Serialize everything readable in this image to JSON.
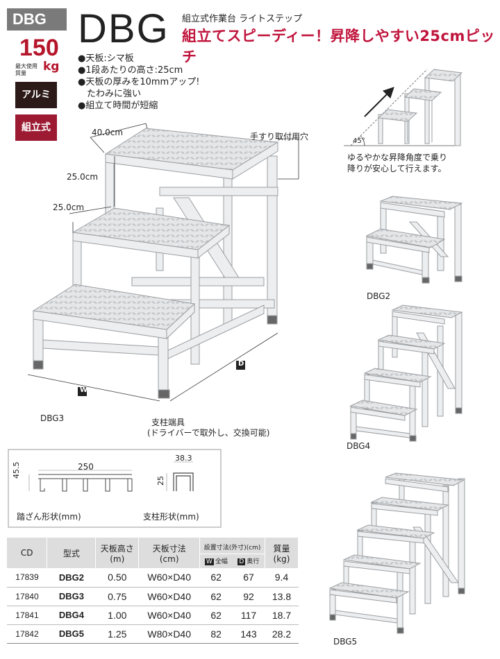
{
  "sidebar": {
    "code": "DBG",
    "load_value": "150",
    "load_label_1": "最大使用",
    "load_label_2": "質量",
    "load_unit": "kg",
    "badge_material": "アルミ",
    "badge_type": "組立式"
  },
  "header": {
    "model": "DBG",
    "subtitle": "組立式作業台 ライトステップ",
    "catchphrase": "組立てスピーディー！昇降しやすい25cmピッチ"
  },
  "features": [
    "●天板:シマ板",
    "●1段あたりの高さ:25cm",
    "●天板の厚みを10mmアップ!",
    "たわみに強い",
    "●組立て時間が短縮"
  ],
  "main_figure": {
    "dim_width_top": "40.0cm",
    "dim_height_1": "25.0cm",
    "dim_height_2": "25.0cm",
    "handrail_label": "手すり取付用穴",
    "label_w": "W",
    "label_d": "D",
    "model_caption": "DBG3",
    "foot_caption_1": "支柱端具",
    "foot_caption_2": "(ドライバーで取外し、交換可能)"
  },
  "angle_figure": {
    "angle": "45°",
    "caption_1": "ゆるやかな昇降角度で乗り",
    "caption_2": "降りが安心して行えます。"
  },
  "variants": {
    "dbg2": "DBG2",
    "dbg4": "DBG4",
    "dbg5": "DBG5"
  },
  "profiles": {
    "step_width": "250",
    "step_height": "45.5",
    "step_caption": "踏ざん形状(mm)",
    "post_width": "38.3",
    "post_height": "25",
    "post_caption": "支柱形状(mm)"
  },
  "spec_table": {
    "headers": {
      "cd": "CD",
      "model": "型式",
      "top_height": "天板高さ",
      "top_height_unit": "(m)",
      "top_size": "天板寸法",
      "top_size_unit": "(cm)",
      "install_size": "設置寸法(外寸)(cm)",
      "w_chip": "W",
      "w_label": "全幅",
      "d_chip": "D",
      "d_label": "奥行",
      "mass": "質量",
      "mass_unit": "(kg)"
    },
    "rows": [
      {
        "cd": "17839",
        "model": "DBG2",
        "height": "0.50",
        "size": "W60×D40",
        "w": "62",
        "d": "67",
        "mass": "9.4"
      },
      {
        "cd": "17840",
        "model": "DBG3",
        "height": "0.75",
        "size": "W60×D40",
        "w": "62",
        "d": "92",
        "mass": "13.8"
      },
      {
        "cd": "17841",
        "model": "DBG4",
        "height": "1.00",
        "size": "W60×D40",
        "w": "62",
        "d": "117",
        "mass": "18.7"
      },
      {
        "cd": "17842",
        "model": "DBG5",
        "height": "1.25",
        "size": "W80×D40",
        "w": "82",
        "d": "143",
        "mass": "28.2"
      }
    ]
  }
}
